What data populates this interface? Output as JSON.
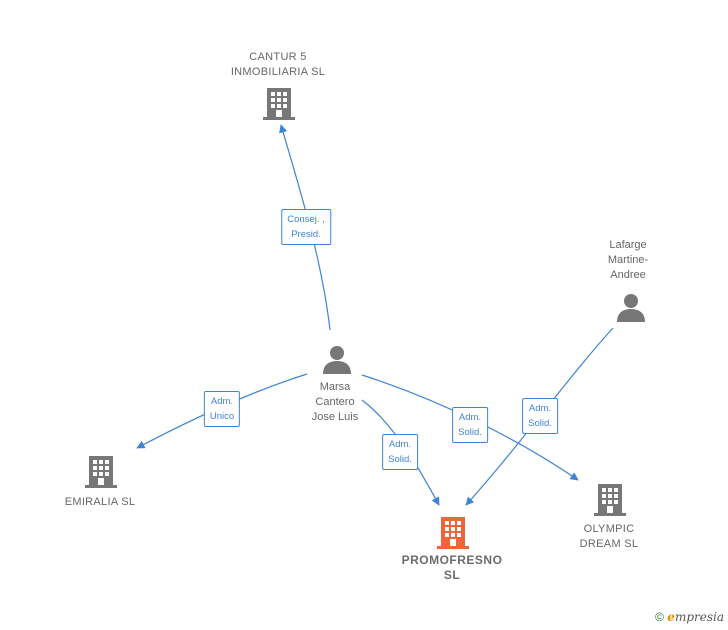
{
  "nodes": {
    "cantur": {
      "label": "CANTUR 5\nINMOBILIARIA SL",
      "type": "company"
    },
    "lafarge": {
      "label": "Lafarge\nMartine-\nAndree",
      "type": "person"
    },
    "marsa": {
      "label": "Marsa\nCantero\nJose Luis",
      "type": "person"
    },
    "emiralia": {
      "label": "EMIRALIA SL",
      "type": "company"
    },
    "promofresno": {
      "label": "PROMOFRESNO\nSL",
      "type": "company-focus"
    },
    "olympic": {
      "label": "OLYMPIC\nDREAM SL",
      "type": "company"
    }
  },
  "edges": {
    "marsa_cantur": "Consej. ,\nPresid.",
    "marsa_emiralia": "Adm.\nUnico",
    "marsa_promofresno": "Adm.\nSolid.",
    "marsa_olympic": "Adm.\nSolid.",
    "lafarge_promofresno": "Adm.\nSolid."
  },
  "colors": {
    "edge": "#3f83d6",
    "icon": "#777777",
    "focus_icon": "#f0643c"
  },
  "footer": {
    "copyright": "©",
    "brand_e": "e",
    "brand_rest": "mpresia"
  }
}
